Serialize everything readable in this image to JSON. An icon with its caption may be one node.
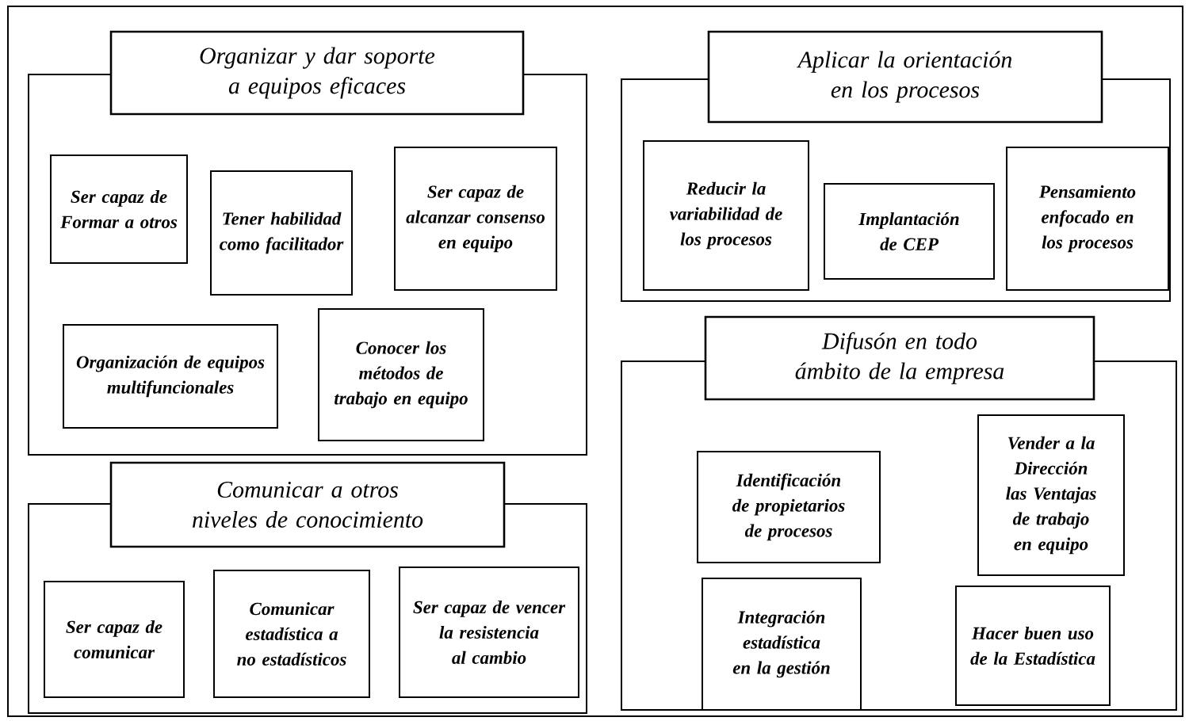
{
  "diagram": {
    "nodes": [
      {
        "text": [
          "Organizar y dar soporte a equipos eficaces"
        ]
      },
      {
        "text": [
          "Ser capaz de Formar a otros"
        ],
        "in": 0
      },
      {
        "text": [
          "Tener habilidad como facilitador"
        ],
        "in": 0
      },
      {
        "text": [
          "Ser capaz de alcanzar consenso en equipo"
        ],
        "in": 0
      },
      {
        "text": [
          "Organización de equipos multifuncionales"
        ],
        "in": 0
      },
      {
        "text": [
          "Conocer los métodos de trabajo en equipo"
        ],
        "in": 0
      },
      {
        "text": [
          "Comunicar a otros niveles de conocimiento"
        ]
      },
      {
        "text": [
          "Ser capaz de comunicar"
        ],
        "in": 6
      },
      {
        "text": [
          "Comunicar estadística a no estadísticos"
        ],
        "in": 6
      },
      {
        "text": [
          "Ser capaz de vencer la resistencia al cambio"
        ],
        "in": 6
      },
      {
        "text": [
          "Aplicar la orientación en los procesos"
        ]
      },
      {
        "text": [
          "Reducir la variabilidad de los procesos"
        ],
        "in": 10
      },
      {
        "text": [
          "Implantación de CEP"
        ],
        "in": 10
      },
      {
        "text": [
          "Pensamiento enfocado en los procesos"
        ],
        "in": 10
      },
      {
        "text": [
          "Difusón en todo ámbito de la empresa"
        ]
      },
      {
        "text": [
          "Identificación de propietarios de procesos"
        ],
        "in": 14
      },
      {
        "text": [
          "Vender a la Dirección las Ventajas de trabajo en equipo"
        ],
        "in": 14
      },
      {
        "text": [
          "Integración estadística en la gestión"
        ],
        "in": 14
      },
      {
        "text": [
          "Hacer buen uso de la Estadística"
        ],
        "in": 14
      }
    ]
  }
}
